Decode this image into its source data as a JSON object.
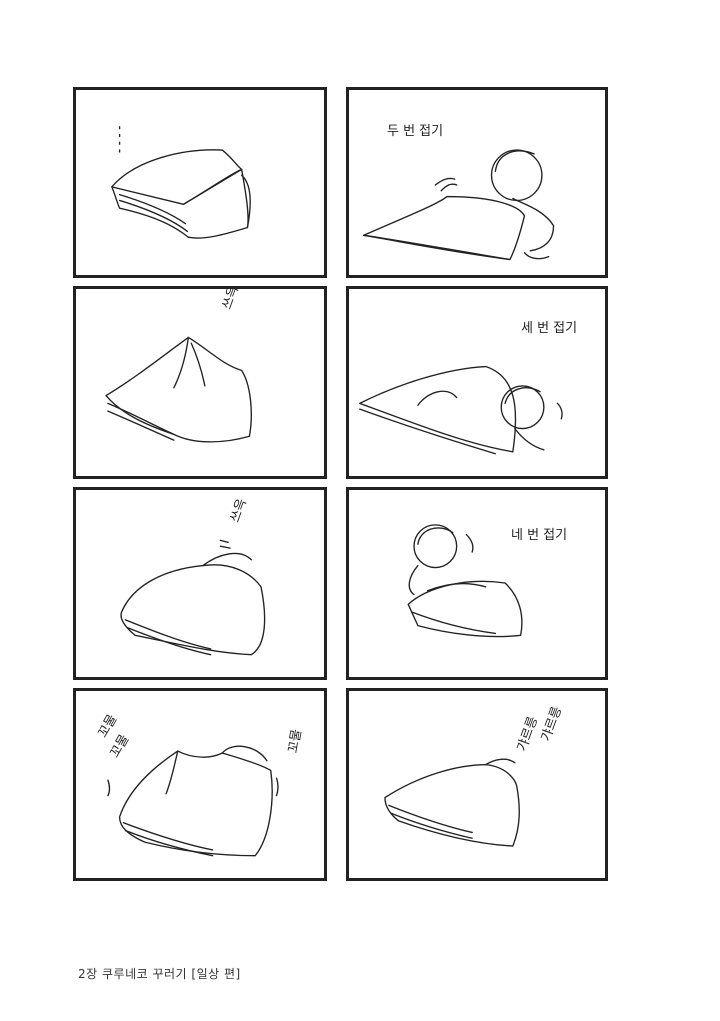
{
  "panels": [
    {
      "id": "p1",
      "caption": "",
      "sfx": []
    },
    {
      "id": "p2",
      "caption": "두 번 접기",
      "sfx": []
    },
    {
      "id": "p3",
      "caption": "",
      "sfx": [
        "쓰윽"
      ]
    },
    {
      "id": "p4",
      "caption": "세 번 접기",
      "sfx": []
    },
    {
      "id": "p5",
      "caption": "",
      "sfx": [
        "쓰윽"
      ]
    },
    {
      "id": "p6",
      "caption": "네 번 접기",
      "sfx": []
    },
    {
      "id": "p7",
      "caption": "",
      "sfx": [
        "꼬물",
        "꼬물",
        "꼬물"
      ]
    },
    {
      "id": "p8",
      "caption": "",
      "sfx": [
        "갸르릉",
        "갸르릉"
      ]
    }
  ],
  "footer": {
    "text": "2장  쿠루네코 꾸러기 [일상 편]"
  }
}
